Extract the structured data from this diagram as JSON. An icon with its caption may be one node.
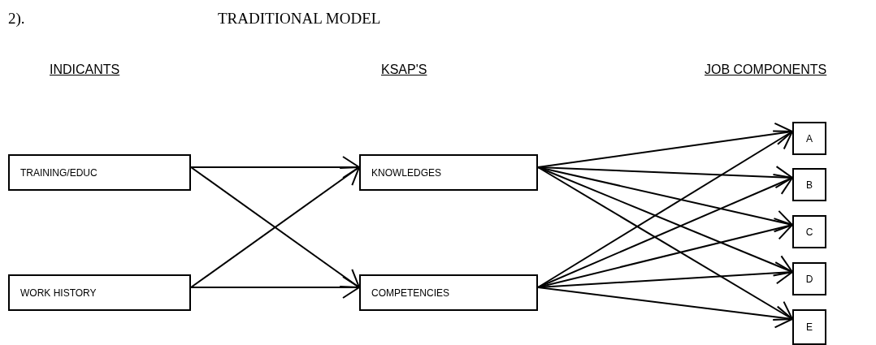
{
  "diagram": {
    "title": "TRADITIONAL MODEL",
    "nodes": [
      {
        "text": [
          "TRAINING/EDUC"
        ]
      },
      {
        "text": [
          "WORK HISTORY"
        ]
      },
      {
        "text": [
          "KNOWLEDGES"
        ]
      },
      {
        "text": [
          "COMPETENCIES"
        ]
      },
      {
        "text": [
          "A"
        ]
      },
      {
        "text": [
          "B"
        ]
      },
      {
        "text": [
          "C"
        ]
      },
      {
        "text": [
          "D"
        ]
      },
      {
        "text": [
          "E"
        ]
      }
    ],
    "edges": [
      {
        "from": 0,
        "to": 2,
        "arrow": "to"
      },
      {
        "from": 0,
        "to": 3,
        "arrow": "to"
      },
      {
        "from": 1,
        "to": 2,
        "arrow": "to"
      },
      {
        "from": 1,
        "to": 3,
        "arrow": "to"
      },
      {
        "from": 2,
        "to": 4,
        "arrow": "to"
      },
      {
        "from": 2,
        "to": 5,
        "arrow": "to"
      },
      {
        "from": 2,
        "to": 6,
        "arrow": "to"
      },
      {
        "from": 2,
        "to": 7,
        "arrow": "to"
      },
      {
        "from": 2,
        "to": 8,
        "arrow": "to"
      },
      {
        "from": 3,
        "to": 4,
        "arrow": "to"
      },
      {
        "from": 3,
        "to": 5,
        "arrow": "to"
      },
      {
        "from": 3,
        "to": 6,
        "arrow": "to"
      },
      {
        "from": 3,
        "to": 7,
        "arrow": "to"
      },
      {
        "from": 3,
        "to": 8,
        "arrow": "to"
      }
    ],
    "labels": [
      "2).",
      "INDICANTS",
      "KSAP'S",
      "JOB COMPONENTS"
    ]
  }
}
